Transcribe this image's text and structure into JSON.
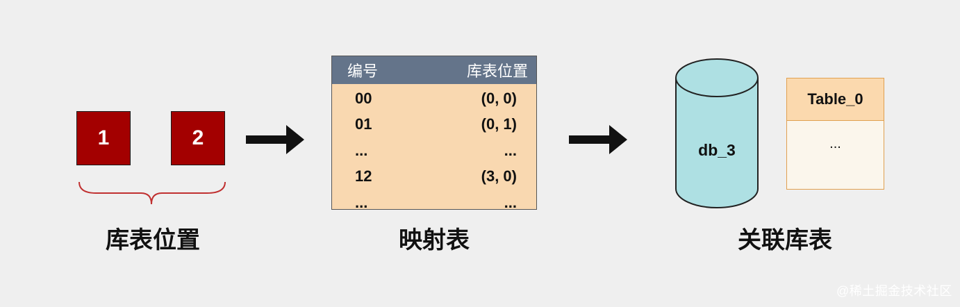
{
  "left": {
    "boxes": [
      "1",
      "2"
    ],
    "caption": "库表位置"
  },
  "mapping": {
    "headers": [
      "编号",
      "库表位置"
    ],
    "rows": [
      {
        "id": "00",
        "pos": "(0, 0)"
      },
      {
        "id": "01",
        "pos": "(0, 1)"
      },
      {
        "id": "...",
        "pos": "..."
      },
      {
        "id": "12",
        "pos": "(3, 0)"
      },
      {
        "id": "...",
        "pos": "..."
      }
    ],
    "caption": "映射表"
  },
  "right": {
    "db_label": "db_3",
    "table_name": "Table_0",
    "table_body": "...",
    "caption": "关联库表"
  },
  "watermark": "@稀土掘金技术社区",
  "colors": {
    "box_fill": "#a30000",
    "bracket": "#c03030",
    "table_header": "#64748a",
    "table_body": "#f9d8b0",
    "cylinder": "#aee0e3"
  }
}
